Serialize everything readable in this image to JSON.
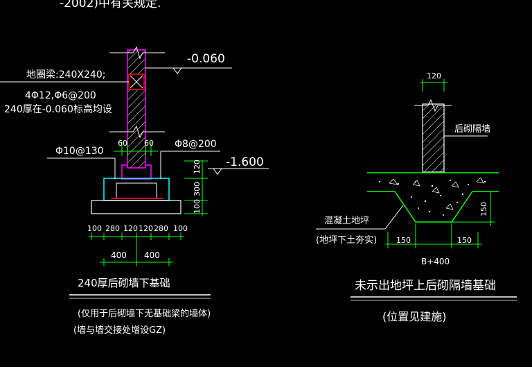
{
  "top_note": "-2002)中有关规定.",
  "left_detail": {
    "ring_beam": "地圈梁:240X240;",
    "rebar": "4Φ12,Φ6@200",
    "note": "240厚在-0.060标高均设",
    "elev_top": "-0.060",
    "elev_bottom": "-1.600",
    "stirrup_left": "Φ10@130",
    "stirrup_right": "Φ8@200",
    "dim_60_left": "60",
    "dim_60_right": "60",
    "vdims": [
      "120",
      "300",
      "100"
    ],
    "bottom_dims": [
      "100",
      "280",
      "120",
      "120",
      "280",
      "100"
    ],
    "half_widths": [
      "400",
      "400"
    ],
    "title": "240厚后砌墙下基础",
    "subtitle1": "(仅用于后砌墙下无基础梁的墙体)",
    "subtitle2": "(墙与墙交接处增设GZ)"
  },
  "right_detail": {
    "top_dim": "120",
    "wall_label": "后砌隔墙",
    "slab_label": "混凝土地坪",
    "slab_note": "(地坪下土夯实)",
    "dim_left": "150",
    "dim_right": "150",
    "dim_height": "150",
    "width_label": "B+400",
    "title": "未示出地坪上后砌隔墙基础",
    "subtitle": "(位置见建施)"
  },
  "colors": {
    "background": "#000000",
    "text": "#ffffff",
    "dimension": "#00ff00",
    "wall": "#ff00ff",
    "footing": "#00ffff",
    "rebar": "#ff0000"
  }
}
